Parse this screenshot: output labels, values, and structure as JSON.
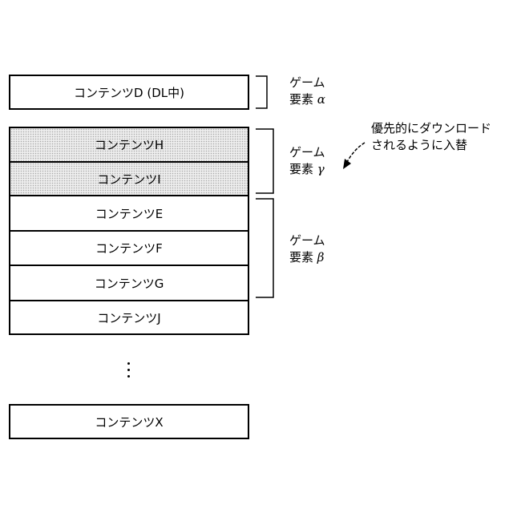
{
  "contents": {
    "d": "コンテンツD (DL中)",
    "h": "コンテンツH",
    "i": "コンテンツI",
    "e": "コンテンツE",
    "f": "コンテンツF",
    "g": "コンテンツG",
    "j": "コンテンツJ",
    "x": "コンテンツX"
  },
  "game_elements": {
    "alpha": {
      "line1": "ゲーム",
      "line2": "要素",
      "symbol": "α"
    },
    "gamma": {
      "line1": "ゲーム",
      "line2": "要素",
      "symbol": "γ"
    },
    "beta": {
      "line1": "ゲーム",
      "line2": "要素",
      "symbol": "β"
    }
  },
  "annotation": {
    "line1": "優先的にダウンロード",
    "line2": "されるように入替"
  },
  "ellipsis_symbol": "vertical-ellipsis-icon",
  "colors": {
    "line": "#000000",
    "dotted_fill": "#ededed"
  }
}
